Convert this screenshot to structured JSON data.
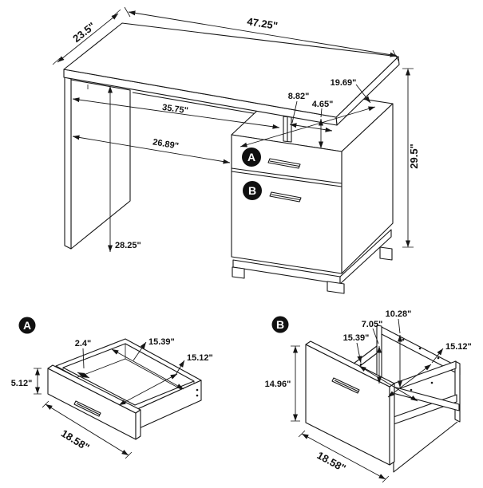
{
  "main_view": {
    "dims": {
      "top_depth": "23.5\"",
      "top_width": "47.25\"",
      "return_depth": "19.69\"",
      "post_gap": "8.82\"",
      "top_gap_height": "4.65\"",
      "opening_upper_width": "35.75\"",
      "opening_lower_width": "26.89\"",
      "opening_height": "28.25\"",
      "overall_height": "29.5\""
    },
    "badges": {
      "drawer_a": "A",
      "drawer_b": "B"
    }
  },
  "drawer_a_view": {
    "badge": "A",
    "dims": {
      "lip_offset": "2.4\"",
      "inner_width": "15.39\"",
      "inner_depth": "15.12\"",
      "front_height": "5.12\"",
      "outer_width": "18.58\""
    }
  },
  "drawer_b_view": {
    "badge": "B",
    "dims": {
      "back_inner_height": "10.28\"",
      "side_inner_height": "7.05\"",
      "inner_width": "15.39\"",
      "inner_depth": "15.12\"",
      "front_height": "14.96\"",
      "outer_width": "18.58\""
    }
  }
}
